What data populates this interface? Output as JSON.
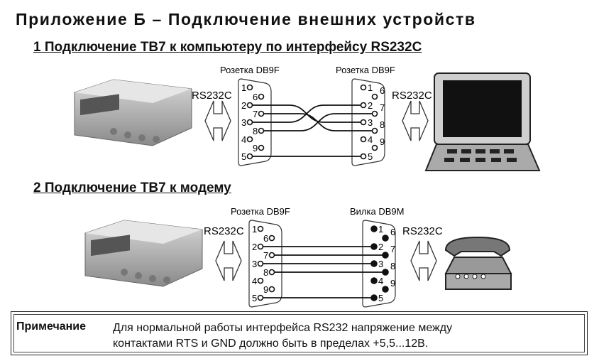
{
  "title": "Приложение Б – Подключение внешних устройств",
  "section1": {
    "heading": "1 Подключение ТВ7 к компьютеру по интерфейсу RS232C",
    "left_connector": "Розетка DB9F",
    "right_connector": "Розетка DB9F",
    "left_interface": "RS232C",
    "right_interface": "RS232C",
    "wiring": [
      [
        2,
        3
      ],
      [
        7,
        8
      ],
      [
        3,
        2
      ],
      [
        8,
        7
      ],
      [
        5,
        5
      ]
    ]
  },
  "section2": {
    "heading": "2 Подключение ТВ7 к модему",
    "left_connector": "Розетка DB9F",
    "right_connector": "Вилка DB9M",
    "left_interface": "RS232C",
    "right_interface": "RS232C",
    "wiring": [
      [
        2,
        2
      ],
      [
        7,
        7
      ],
      [
        3,
        3
      ],
      [
        8,
        8
      ],
      [
        5,
        5
      ]
    ]
  },
  "pins": [
    "1",
    "6",
    "2",
    "7",
    "3",
    "8",
    "4",
    "9",
    "5"
  ],
  "note": {
    "label": "Примечание",
    "line1": "Для нормальной работы интерфейса RS232 напряжение между",
    "line2": "контактами RTS и GND должно быть в пределах +5,5...12В."
  }
}
